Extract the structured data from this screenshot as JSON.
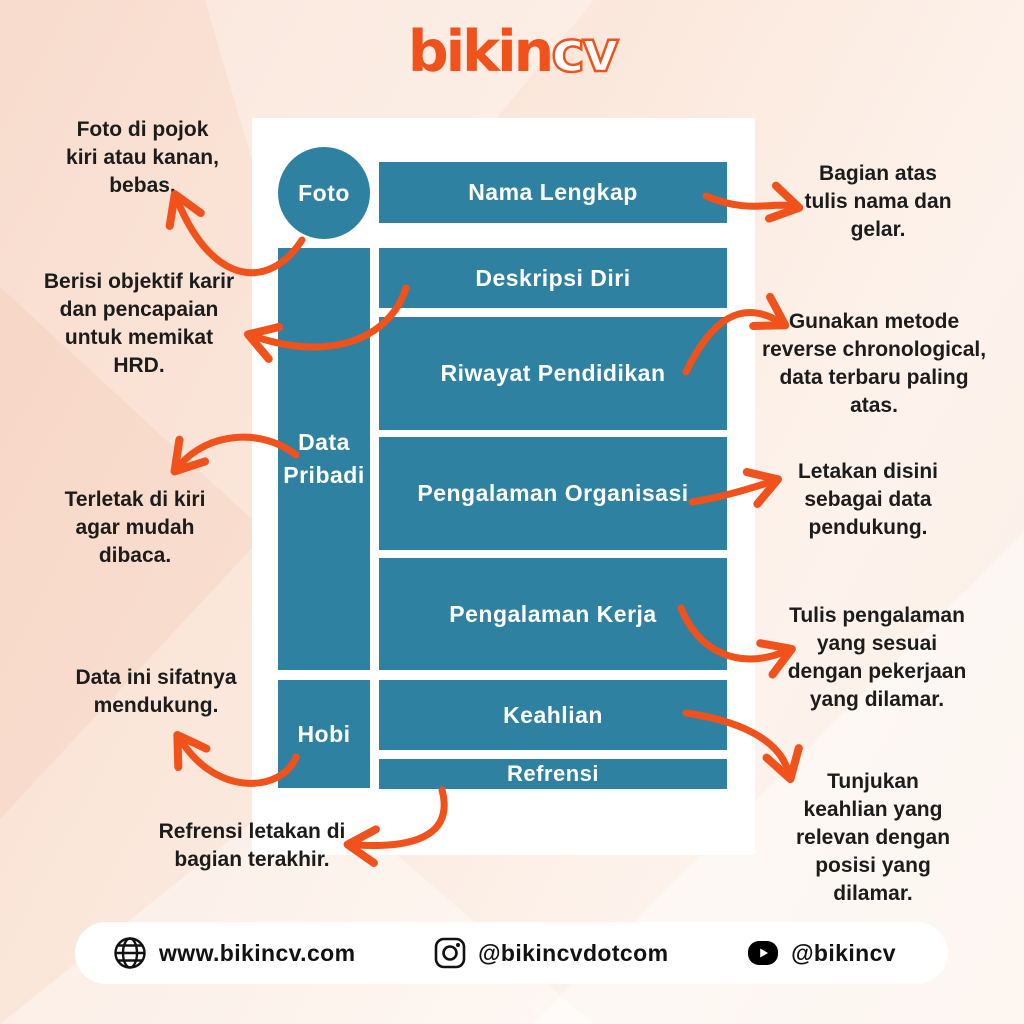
{
  "logo": {
    "part1": "bikin",
    "part2": "cv"
  },
  "colors": {
    "accent_orange": "#f1511b",
    "box_teal": "#2f81a2",
    "text_dark": "#1c1c1c",
    "card_bg": "#ffffff",
    "page_bg": "#fbe7db"
  },
  "cv_layout": {
    "photo_label": "Foto",
    "left_column": [
      {
        "label": [
          "Data",
          "Pribadi"
        ]
      },
      {
        "label": [
          "Hobi"
        ]
      }
    ],
    "sections": [
      "Nama Lengkap",
      "Deskripsi Diri",
      "Riwayat Pendidikan",
      "Pengalaman Organisasi",
      "Pengalaman Kerja",
      "Keahlian",
      "Refrensi"
    ]
  },
  "annotations": {
    "left": [
      [
        "Foto di pojok",
        "kiri atau kanan,",
        "bebas."
      ],
      [
        "Berisi objektif karir",
        "dan pencapaian",
        "untuk memikat",
        "HRD."
      ],
      [
        "Terletak di kiri",
        "agar mudah",
        "dibaca."
      ],
      [
        "Data ini sifatnya",
        "mendukung."
      ],
      [
        "Refrensi letakan di",
        "bagian terakhir."
      ]
    ],
    "right": [
      [
        "Bagian atas",
        "tulis nama dan",
        "gelar."
      ],
      [
        "Gunakan metode",
        "reverse chronological,",
        "data terbaru paling",
        "atas."
      ],
      [
        "Letakan disini",
        "sebagai data",
        "pendukung."
      ],
      [
        "Tulis pengalaman",
        "yang sesuai",
        "dengan pekerjaan",
        "yang dilamar."
      ],
      [
        "Tunjukan",
        "keahlian yang",
        "relevan dengan",
        "posisi yang",
        "dilamar."
      ]
    ]
  },
  "footer": {
    "website": {
      "icon": "globe-icon",
      "text": "www.bikincv.com"
    },
    "instagram": {
      "icon": "instagram-icon",
      "text": "@bikincvdotcom"
    },
    "youtube": {
      "icon": "youtube-icon",
      "text": "@bikincv"
    }
  }
}
